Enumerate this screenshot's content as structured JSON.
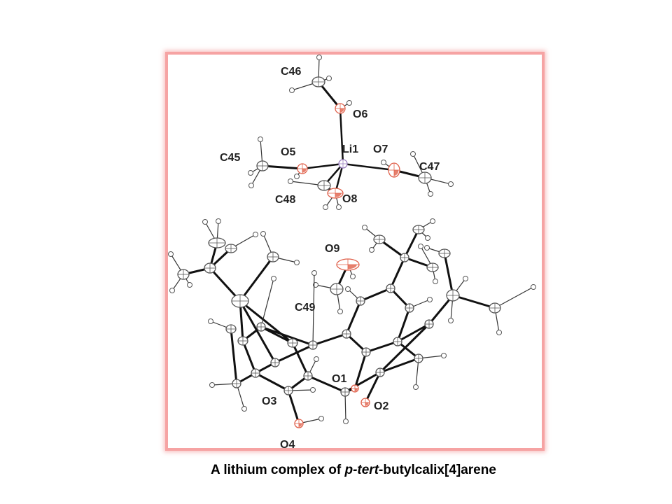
{
  "figure": {
    "atom_labels": {
      "C46": "C46",
      "O6": "O6",
      "Li1": "Li1",
      "O7": "O7",
      "C45": "C45",
      "O5": "O5",
      "C47": "C47",
      "C48": "C48",
      "O8": "O8",
      "O9": "O9",
      "C49": "C49",
      "O1": "O1",
      "O3": "O3",
      "O2": "O2",
      "O4": "O4"
    },
    "colors": {
      "frame": "#f6a3a3",
      "oxygen": "#e0604a",
      "lithium": "#9b7fc0",
      "carbon": "#555555"
    }
  },
  "caption": {
    "prefix": "A lithium complex of ",
    "italic": "p-tert",
    "suffix": "-butylcalix[4]arene"
  }
}
